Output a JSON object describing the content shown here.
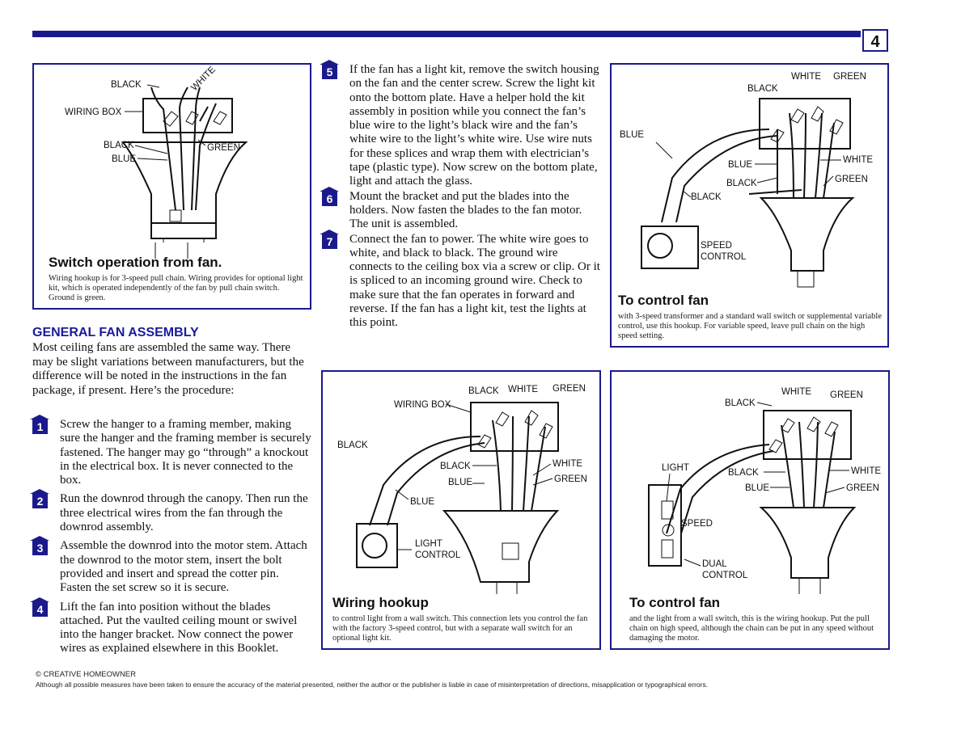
{
  "page_number": "4",
  "diagram1": {
    "labels": {
      "black": "BLACK",
      "white": "WHITE",
      "wiring_box": "WIRING BOX",
      "black2": "BLACK",
      "blue": "BLUE",
      "green": "GREEN"
    },
    "title": "Switch operation from fan.",
    "text": "Wiring hookup is for 3-speed pull chain. Wiring provides for optional light kit, which is operated independently of the fan by pull chain switch. Ground is green."
  },
  "diagram2": {
    "labels": {
      "white": "WHITE",
      "green": "GREEN",
      "black": "BLACK",
      "blue": "BLUE",
      "blue2": "BLUE",
      "white2": "WHITE",
      "black2": "BLACK",
      "green2": "GREEN",
      "black3": "BLACK",
      "speed": "SPEED",
      "control": "CONTROL"
    },
    "title": "To control fan",
    "text": "with 3-speed transformer and a standard wall switch or supplemental variable control, use this hookup. For variable speed, leave pull chain on the high speed setting."
  },
  "diagram3": {
    "labels": {
      "black": "BLACK",
      "white": "WHITE",
      "green": "GREEN",
      "wiring_box": "WIRING BOX",
      "black_left": "BLACK",
      "black2": "BLACK",
      "white2": "WHITE",
      "blue": "BLUE",
      "green2": "GREEN",
      "blue2": "BLUE",
      "light": "LIGHT",
      "control": "CONTROL"
    },
    "title": "Wiring hookup",
    "text": "to control light from a wall switch. This connection lets you control the fan with the factory 3-speed control, but with a separate wall switch for an optional light kit."
  },
  "diagram4": {
    "labels": {
      "white": "WHITE",
      "green": "GREEN",
      "black": "BLACK",
      "light": "LIGHT",
      "black2": "BLACK",
      "white2": "WHITE",
      "blue": "BLUE",
      "green2": "GREEN",
      "speed": "SPEED",
      "dual": "DUAL",
      "control": "CONTROL"
    },
    "title": "To control fan",
    "text": "and the light from a wall switch, this is the wiring hookup. Put the pull chain on high speed, although the chain can be put in any speed without damaging the motor."
  },
  "section": {
    "heading": "GENERAL FAN ASSEMBLY",
    "intro": "Most ceiling fans are assembled the same way. There may be slight variations between manufacturers, but the difference will be noted in the instructions in the fan package, if present. Here’s the procedure:"
  },
  "steps_left": [
    {
      "num": "1",
      "text": "Screw the hanger to a framing member, making sure the hanger and the framing member is securely fastened. The hanger may go “through” a knockout in the electrical box. It is never connected to the box."
    },
    {
      "num": "2",
      "text": "Run the downrod through the canopy. Then run the three electrical wires from the fan through the downrod assembly."
    },
    {
      "num": "3",
      "text": "Assemble the downrod into the motor stem. Attach the downrod to the motor stem, insert the bolt provided and insert and spread the cotter pin. Fasten the set screw so it is secure."
    },
    {
      "num": "4",
      "text": "Lift the fan into position without the blades attached. Put the vaulted ceiling mount or swivel into the hanger bracket. Now connect the power wires as explained elsewhere in this Booklet."
    }
  ],
  "steps_right": [
    {
      "num": "5",
      "text": "If the fan has a light kit, remove the switch housing on the fan and the center screw. Screw the light kit onto the bottom plate. Have a helper hold the kit assembly in position while you connect the fan’s blue wire to the light’s black wire and the fan’s white wire to the light’s white wire. Use wire nuts for these splices and wrap them with electrician’s tape (plastic type). Now screw on the bottom plate, light and attach the glass."
    },
    {
      "num": "6",
      "text": "Mount the bracket and put the blades into the holders. Now fasten the blades to the fan motor. The unit is assembled."
    },
    {
      "num": "7",
      "text": "Connect the fan to power. The white wire goes to white, and black to black. The ground wire connects to the ceiling box via a screw or clip. Or it is spliced to an incoming ground wire. Check to make sure that the fan operates in forward and reverse. If the fan has a light kit, test the lights at this point."
    }
  ],
  "footer": {
    "copyright": "© CREATIVE HOMEOWNER",
    "disclaimer": "Although all possible measures have been taken to ensure the accuracy of the material presented, neither the author or the publisher is liable in case of misinterpretation of directions, misapplication or typographical errors."
  },
  "colors": {
    "accent": "#1a1a8c",
    "heading": "#1a1a9c"
  }
}
